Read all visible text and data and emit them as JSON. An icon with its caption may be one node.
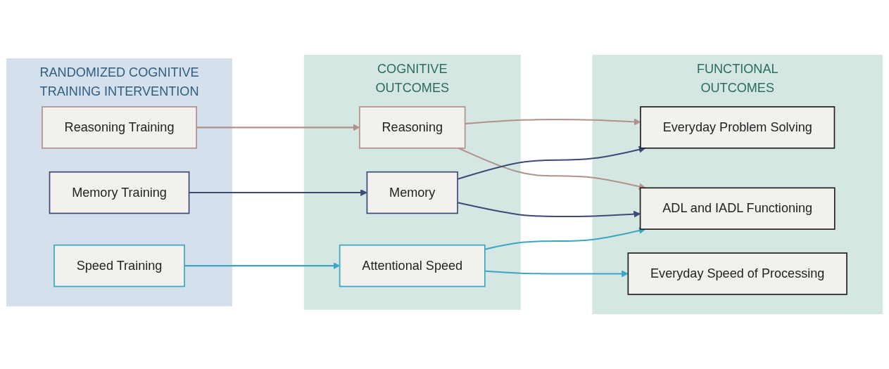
{
  "diagram": {
    "nodes": [
      {
        "text": [
          "RANDOMIZED COGNITIVE TRAINING INTERVENTION"
        ]
      },
      {
        "text": [
          "Reasoning Training"
        ],
        "in": 0
      },
      {
        "text": [
          "Memory Training"
        ],
        "in": 0
      },
      {
        "text": [
          "Speed Training"
        ],
        "in": 0
      },
      {
        "text": [
          "COGNITIVE OUTCOMES"
        ]
      },
      {
        "text": [
          "Reasoning"
        ],
        "in": 4
      },
      {
        "text": [
          "Memory"
        ],
        "in": 4
      },
      {
        "text": [
          "Attentional Speed"
        ],
        "in": 4
      },
      {
        "text": [
          "FUNCTIONAL OUTCOMES"
        ]
      },
      {
        "text": [
          "Everyday Problem Solving"
        ],
        "in": 8
      },
      {
        "text": [
          "ADL and IADL Functioning"
        ],
        "in": 8
      },
      {
        "text": [
          "Everyday Speed of Processing"
        ],
        "in": 8
      }
    ],
    "edges": [
      {
        "from": 1,
        "to": 5,
        "arrow": "to",
        "color": "#b0918c"
      },
      {
        "from": 2,
        "to": 6,
        "arrow": "to",
        "color": "#3d4a78"
      },
      {
        "from": 3,
        "to": 7,
        "arrow": "to",
        "color": "#3aa6c4"
      },
      {
        "from": 5,
        "to": 9,
        "arrow": "to",
        "color": "#b0918c"
      },
      {
        "from": 5,
        "to": 10,
        "arrow": "to",
        "color": "#b0918c"
      },
      {
        "from": 6,
        "to": 9,
        "arrow": "to",
        "color": "#3d4a78"
      },
      {
        "from": 6,
        "to": 10,
        "arrow": "to",
        "color": "#3d4a78"
      },
      {
        "from": 7,
        "to": 10,
        "arrow": "to",
        "color": "#3aa6c4"
      },
      {
        "from": 7,
        "to": 11,
        "arrow": "to",
        "color": "#3aa6c4"
      }
    ]
  }
}
